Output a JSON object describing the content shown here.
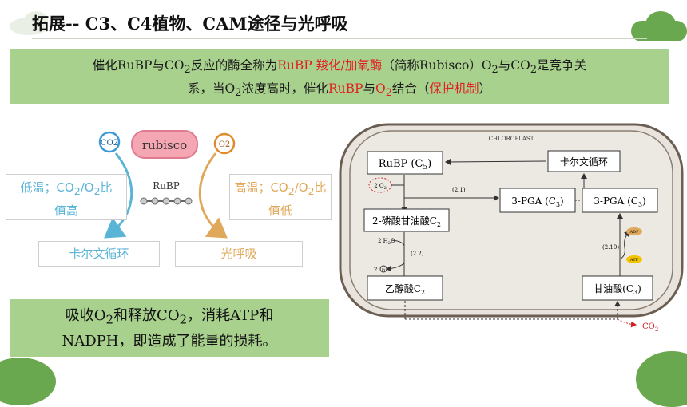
{
  "title": "拓展-- C3、C4植物、CAM途径与光呼吸",
  "banner": {
    "l1_a": "催化RuBP与CO",
    "l1_sub1": "2",
    "l1_b": "反应的酶全称为",
    "l1_red": "RuBP 羧化/加氧酶",
    "l1_c": "（简称Rubisco）O",
    "l1_sub2": "2",
    "l1_d": "与CO",
    "l1_sub3": "2",
    "l1_e": "是竞争关",
    "l2_a": "系，当O",
    "l2_sub1": "2",
    "l2_b": "浓度高时，催化",
    "l2_red1": "RuBP",
    "l2_c": "与",
    "l2_red2": "O",
    "l2_red2_sub": "2",
    "l2_d": "结合（",
    "l2_red3": "保护机制",
    "l2_e": "）"
  },
  "left_diagram": {
    "co2_badge": "CO2",
    "rubisco": "rubisco",
    "o2_badge": "O2",
    "rubp": "RuBP",
    "low_temp": "低温；CO2/O2比值高",
    "low_temp_l1": "低温；CO",
    "low_temp_sub1": "2",
    "low_temp_l1b": "/O",
    "low_temp_sub2": "2",
    "low_temp_l1c": "比",
    "low_temp_l2": "值高",
    "high_temp_l1": "高温；CO",
    "high_temp_sub1": "2",
    "high_temp_l1b": "/O",
    "high_temp_sub2": "2",
    "high_temp_l1c": "比",
    "high_temp_l2": "值低",
    "calvin": "卡尔文循环",
    "photoresp": "光呼吸"
  },
  "chloroplast": {
    "label": "CHLOROPLAST",
    "rubp": "RuBP (C",
    "rubp_sub": "5",
    "calvin": "卡尔文循环",
    "o2_in": "2 O",
    "o2_in_sub": "2",
    "step1": "(2.1)",
    "pga1": "3-PGA (C",
    "pga1_sub": "3",
    "pga2": "3-PGA (C",
    "pga2_sub": "3",
    "phospho": "2-磷酸甘油酸C",
    "phospho_sub": "2",
    "h2o": "2 H",
    "h2o_sub": "2",
    "h2o_o": "O",
    "step2": "(2.2)",
    "pi": "2",
    "pi_circle": "Pi",
    "glycolate": "乙醇酸C",
    "glycolate_sub": "2",
    "step3": "(2.10)",
    "adp": "ADP",
    "atp": "ATP",
    "glycerate": "甘油酸(C",
    "glycerate_sub": "3",
    "co2_out": "CO",
    "co2_out_sub": "2"
  },
  "bottom": {
    "l1_a": "吸收O",
    "l1_sub1": "2",
    "l1_b": "和释放CO",
    "l1_sub2": "2",
    "l1_c": "，消耗ATP和",
    "l2": "NADPH，即造成了能量的损耗。"
  },
  "colors": {
    "banner_bg": "#a9d18e",
    "accent_red": "#e02020",
    "calvin_arrow": "#5ab4d6",
    "photoresp_arrow": "#e0a85a",
    "rubisco_pink": "#f4a6b3",
    "co2_blue": "#3a9ad9",
    "o2_orange": "#e08a2a",
    "cloud_green": "#6aa84f"
  }
}
